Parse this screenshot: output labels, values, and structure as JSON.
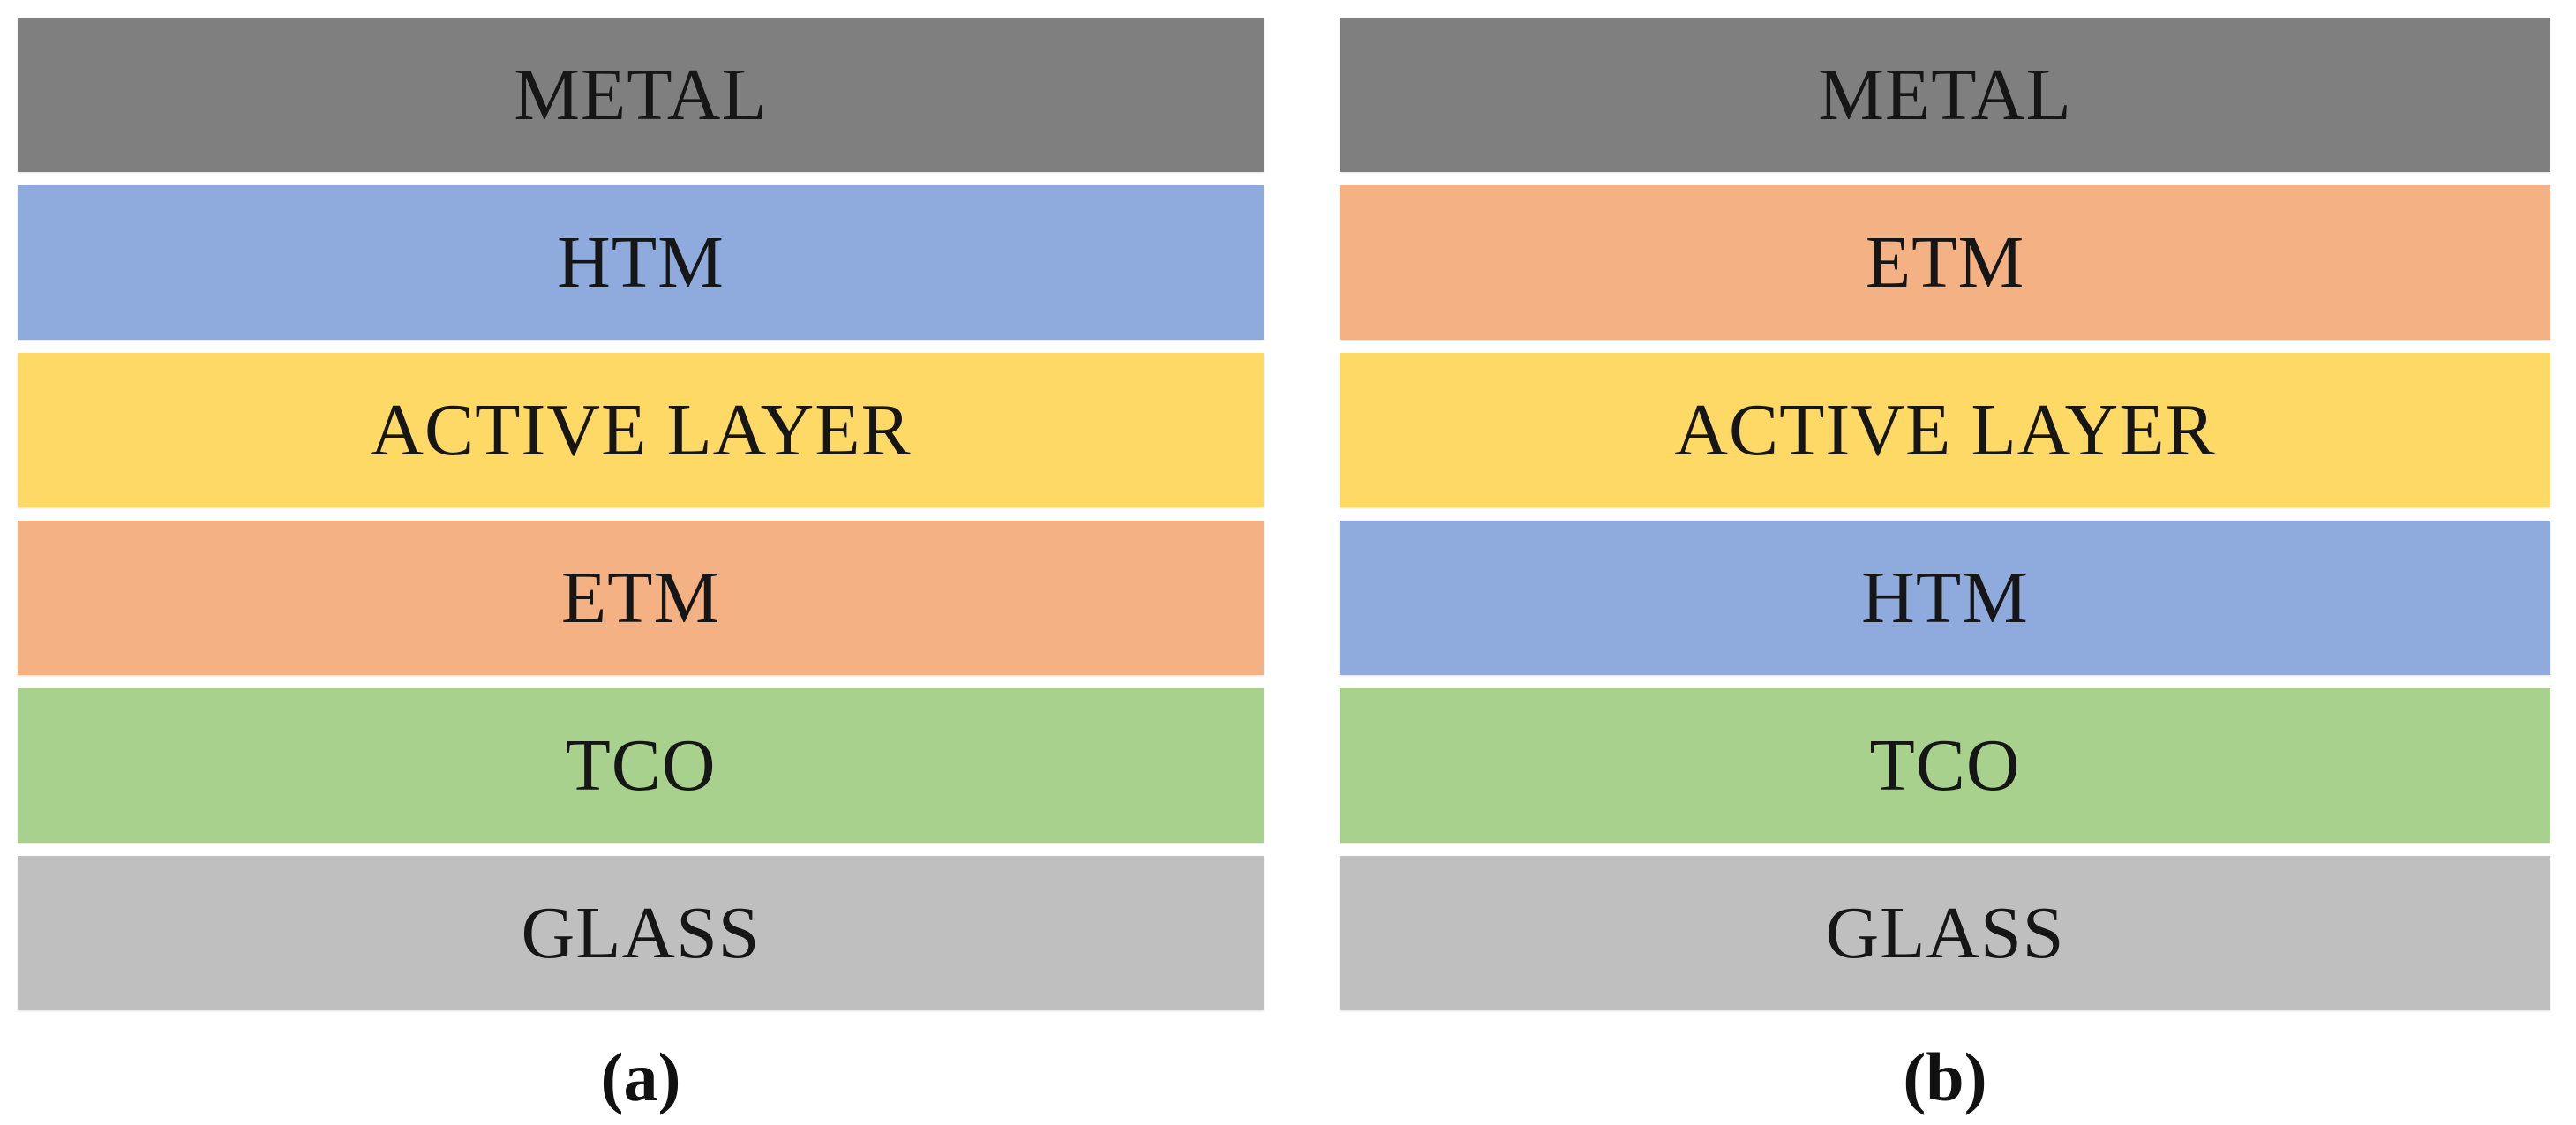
{
  "figure": {
    "background": "#FFFFFF",
    "text_color": "#161616",
    "panels": [
      {
        "caption": "(a)",
        "layers": [
          {
            "label": "METAL",
            "color": "#7F7F7F"
          },
          {
            "label": "HTM",
            "color": "#8FAADC"
          },
          {
            "label": "ACTIVE LAYER",
            "color": "#FFD966"
          },
          {
            "label": "ETM",
            "color": "#F4B183"
          },
          {
            "label": "TCO",
            "color": "#A9D18E"
          },
          {
            "label": "GLASS",
            "color": "#BFBFBF"
          }
        ]
      },
      {
        "caption": "(b)",
        "layers": [
          {
            "label": "METAL",
            "color": "#7F7F7F"
          },
          {
            "label": "ETM",
            "color": "#F4B183"
          },
          {
            "label": "ACTIVE LAYER",
            "color": "#FFD966"
          },
          {
            "label": "HTM",
            "color": "#8FAADC"
          },
          {
            "label": "TCO",
            "color": "#A9D18E"
          },
          {
            "label": "GLASS",
            "color": "#BFBFBF"
          }
        ]
      }
    ]
  }
}
